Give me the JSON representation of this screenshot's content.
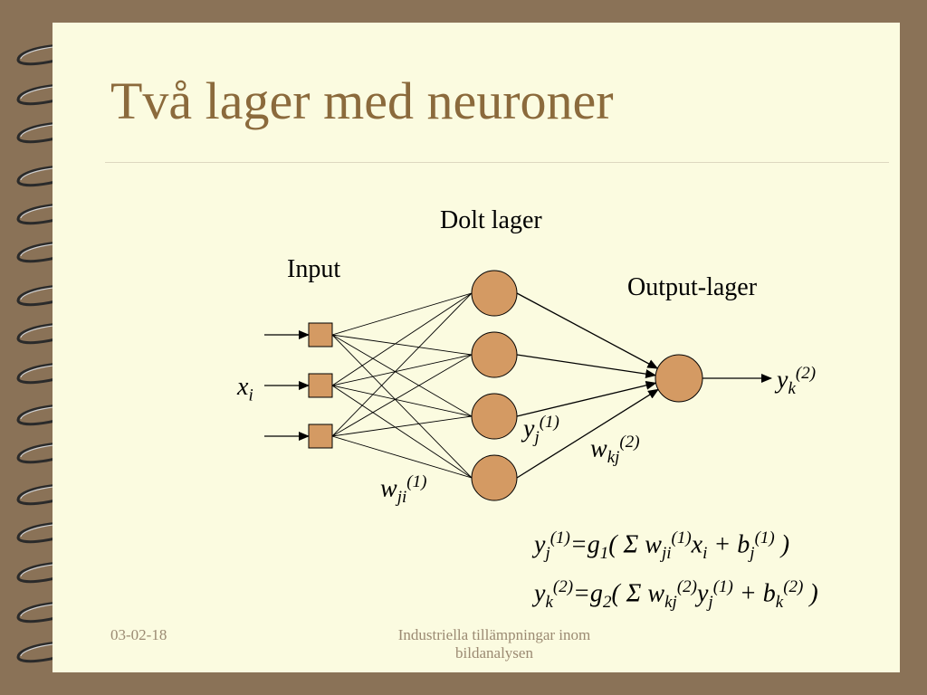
{
  "slide": {
    "title": "Två lager med neuroner",
    "date": "03-02-18",
    "footer_line1": "Industriella tillämpningar inom",
    "footer_line2": "bildanalysen"
  },
  "colors": {
    "background": "#8a7257",
    "slide": "#fbfbe0",
    "title": "#8b6a3c",
    "node_fill": "#d49a63",
    "footer_text": "#9b8a72"
  },
  "diagram": {
    "label_hidden": "Dolt lager",
    "label_input": "Input",
    "label_output": "Output-lager",
    "input_count": 3,
    "hidden_count": 4,
    "output_count": 1,
    "var_x": "x",
    "var_x_sub": "i",
    "var_y": "y",
    "var_yk_sub": "k",
    "var_yk_sup": "(2)",
    "var_yj_sub": "j",
    "var_yj_sup": "(1)",
    "var_w": "w",
    "var_wkj_sub": "kj",
    "var_wkj_sup": "(2)",
    "var_wji_sub": "ji",
    "var_wji_sup": "(1)"
  },
  "equations": {
    "eq1": {
      "lhs_var": "y",
      "lhs_sub": "j",
      "lhs_sup": "(1)",
      "eq_fn": "=g",
      "fn_sub": "1",
      "open": "( Σ ",
      "w": "w",
      "w_sub": "ji",
      "w_sup": "(1)",
      "x": "x",
      "x_sub": "i",
      "plus_b": " + b",
      "b_sub": "j",
      "b_sup": "(1)",
      "close": " )"
    },
    "eq2": {
      "lhs_var": "y",
      "lhs_sub": "k",
      "lhs_sup": "(2)",
      "eq_fn": "=g",
      "fn_sub": "2",
      "open": "( Σ ",
      "w": "w",
      "w_sub": "kj",
      "w_sup": "(2)",
      "y": "y",
      "y_sub": "j",
      "y_sup": "(1)",
      "plus_b": " + b",
      "b_sub": "k",
      "b_sup": "(2)",
      "close": " )"
    }
  }
}
